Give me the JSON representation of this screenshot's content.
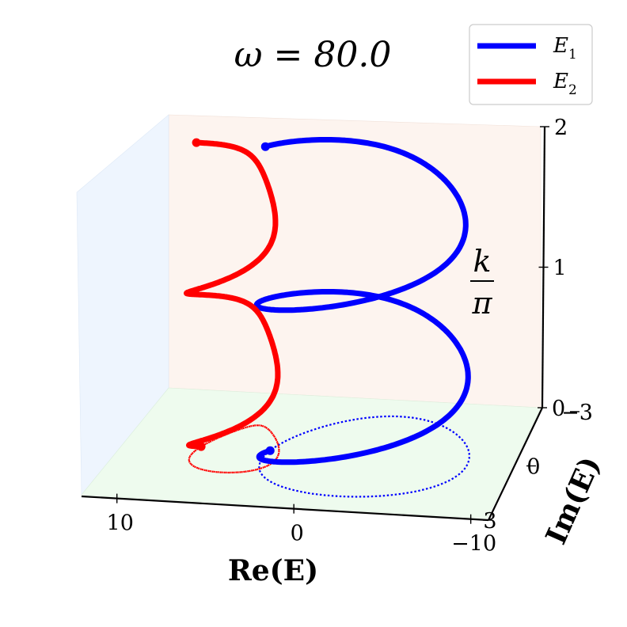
{
  "chart_data": {
    "type": "line",
    "title": "ω = 80.0",
    "xlabel": "Re(E)",
    "ylabel": "Im(E)",
    "zlabel": "k/π",
    "zlabel_num": "k",
    "zlabel_den": "π",
    "xlim": [
      12,
      -11
    ],
    "ylim": [
      -3,
      3
    ],
    "zlim": [
      0,
      2
    ],
    "xticks": [
      10,
      0,
      -10
    ],
    "xtick_labels": [
      "10",
      "0",
      "−10"
    ],
    "yticks": [
      -3,
      0,
      3
    ],
    "ytick_labels": [
      "−3",
      "0",
      "3"
    ],
    "zticks": [
      0,
      1,
      2
    ],
    "ztick_labels": [
      "0",
      "1",
      "2"
    ],
    "legend_position": "top-right",
    "series": [
      {
        "name": "E₁",
        "label_main": "E",
        "label_sub": "1",
        "color": "#0000ff",
        "re_center": -1.8,
        "re_amplitude": 5.6,
        "im_amplitude": 2.2,
        "turns": 2,
        "k_range": [
          0,
          2
        ],
        "projection": "dotted ellipse on Im–Re plane at k/π = 0"
      },
      {
        "name": "E₂",
        "label_main": "E",
        "label_sub": "2",
        "color": "#ff0000",
        "re_center": 5.5,
        "re_amplitude": 2.2,
        "im_amplitude": 1.3,
        "turns": 2,
        "k_range": [
          0,
          2
        ],
        "projection": "dotted ellipse on Im–Re plane at k/π = 0"
      }
    ]
  }
}
